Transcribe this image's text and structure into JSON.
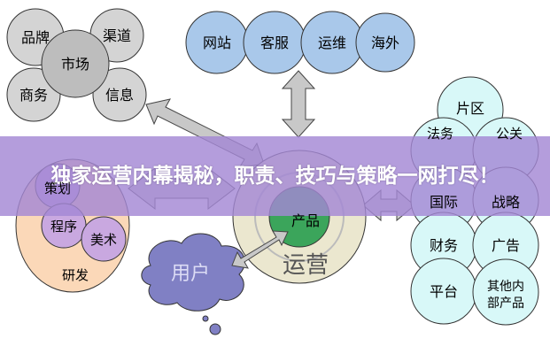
{
  "banner": {
    "title": "独家运营内幕揭秘，职责、技巧与策略一网打尽！"
  },
  "market": {
    "center": "市场",
    "nodes": [
      "品牌",
      "渠道",
      "商务",
      "信息"
    ]
  },
  "top": {
    "nodes": [
      "网站",
      "客服",
      "运维",
      "海外"
    ]
  },
  "core": {
    "outer": "运营",
    "inner": "产品"
  },
  "rd": {
    "label": "研发",
    "nodes": [
      "策划",
      "程序",
      "美术"
    ]
  },
  "user": {
    "label": "用户"
  },
  "right": {
    "nodes": [
      "片区",
      "法务",
      "公关",
      "国际",
      "战略",
      "财务",
      "广告",
      "平台"
    ],
    "last_line1": "其他内",
    "last_line2": "部产品"
  },
  "colors": {
    "market": "#d4d4d4",
    "top": "#a9c8ea",
    "core": "#ebe7cf",
    "product": "#3ba55b",
    "rd": "#fbd8b8",
    "rd_node": "#c9a8e0",
    "user": "#8080c4",
    "right": "#d8f8f8",
    "banner": "#a387d4"
  }
}
